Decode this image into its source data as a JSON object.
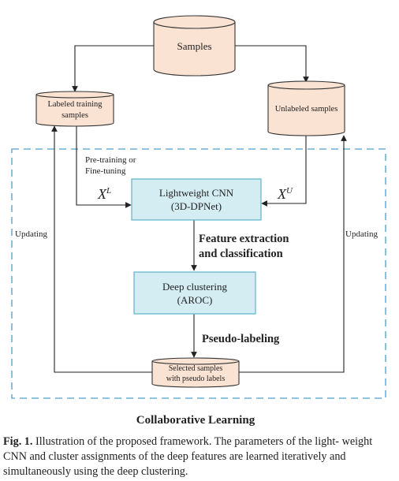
{
  "nodes": {
    "samples": "Samples",
    "labeled": [
      "Labeled training",
      "samples"
    ],
    "unlabeled": "Unlabeled samples",
    "cnn": [
      "Lightweight CNN",
      "(3D-DPNet)"
    ],
    "clustering": [
      "Deep clustering",
      "(AROC)"
    ],
    "selected": [
      "Selected samples",
      "with pseudo labels"
    ]
  },
  "edges": {
    "pretrain": [
      "Pre-training or",
      "Fine-tuning"
    ],
    "xl_base": "X",
    "xl_sup": "L",
    "xu_base": "X",
    "xu_sup": "U",
    "feature": [
      "Feature extraction",
      "and classification"
    ],
    "pseudo": "Pseudo-labeling",
    "updating_left": "Updating",
    "updating_right": "Updating"
  },
  "group_title": "Collaborative Learning",
  "caption": {
    "label": "Fig. 1.",
    "text": " Illustration of the proposed framework. The parameters of the light- weight CNN and cluster assignments of the deep features are learned iteratively and simultaneously using the deep clustering."
  },
  "colors": {
    "cylinder_fill": "#fbe3d3",
    "box_fill": "#d3edf3",
    "box_stroke": "#5fb3c7",
    "dash": "#6ab0d6"
  }
}
